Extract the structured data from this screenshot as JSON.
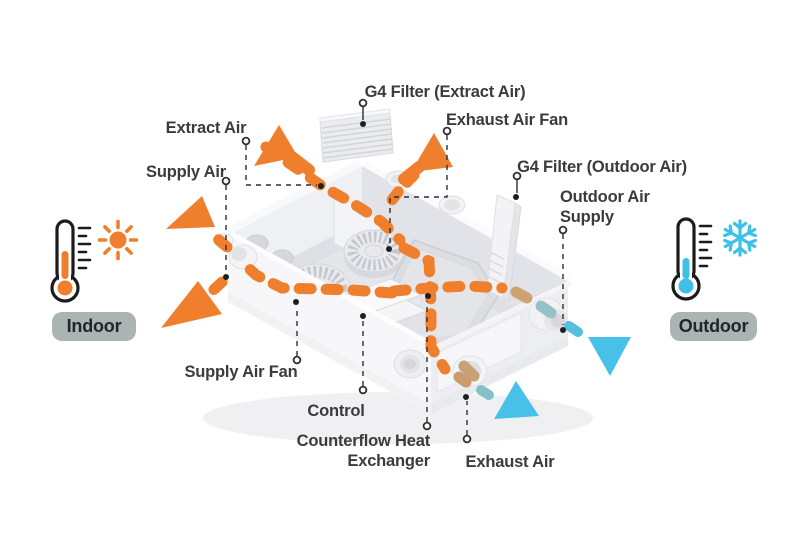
{
  "diagram": {
    "unit_labels": {
      "g4_filter_extract": "G4 Filter (Extract Air)",
      "exhaust_air_fan": "Exhaust Air Fan",
      "extract_air": "Extract Air",
      "supply_air": "Supply Air",
      "g4_filter_outdoor": "G4 Filter (Outdoor Air)",
      "outdoor_air_supply": "Outdoor Air Supply",
      "supply_air_fan": "Supply Air Fan",
      "control": "Control",
      "counterflow_heat_exchanger": "Counterflow Heat Exchanger",
      "exhaust_air": "Exhaust Air"
    },
    "zones": {
      "indoor": "Indoor",
      "outdoor": "Outdoor"
    },
    "icons": {
      "indoor_temperature": "thermometer-warm-icon",
      "indoor_weather": "sun-icon",
      "outdoor_temperature": "thermometer-cold-icon",
      "outdoor_weather": "snowflake-icon"
    },
    "colors": {
      "warm_air": "#EF7E2D",
      "cold_air": "#47C1EA",
      "label_text": "#3B3B3D",
      "zone_badge_bg": "#AAB4B3"
    }
  }
}
